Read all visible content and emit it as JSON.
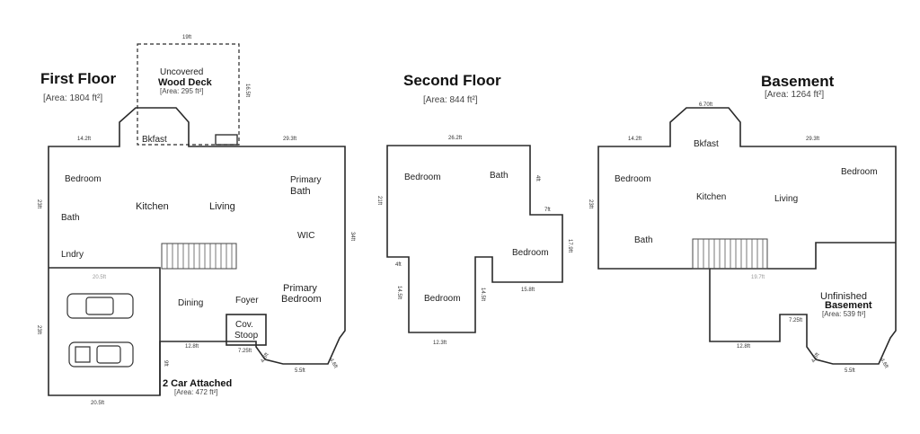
{
  "first_floor": {
    "title": "First Floor",
    "area": "[Area: 1804 ft²]",
    "rooms": {
      "bedroom": "Bedroom",
      "bath": "Bath",
      "laundry": "Lndry",
      "kitchen": "Kitchen",
      "living": "Living",
      "bkfast": "Bkfast",
      "primary_bath_1": "Primary",
      "primary_bath_2": "Bath",
      "wic": "WIC",
      "primary_bedroom_1": "Primary",
      "primary_bedroom_2": "Bedroom",
      "dining": "Dining",
      "foyer": "Foyer",
      "stoop_1": "Cov.",
      "stoop_2": "Stoop"
    },
    "deck": {
      "line1": "Uncovered",
      "line2": "Wood Deck",
      "area": "[Area: 295 ft²]"
    },
    "garage": {
      "title": "2 Car Attached",
      "area": "[Area: 472 ft²]"
    },
    "dims": {
      "deck_top": "19ft",
      "deck_side": "16.5ft",
      "left_top": "14.2ft",
      "right_top": "29.3ft",
      "left_side": "23ft",
      "right_side": "34ft",
      "garage_inner_top": "20.5ft",
      "garage_bottom": "20.5ft",
      "garage_left": "23ft",
      "garage_right": "9ft",
      "front_bottom": "12.8ft",
      "stoop_w": "7.25ft",
      "bay_1": "4.6ft",
      "bay_2": "5.5ft",
      "bay_3": "4.6ft"
    }
  },
  "second_floor": {
    "title": "Second Floor",
    "area": "[Area: 844 ft²]",
    "rooms": {
      "bedroom_tl": "Bedroom",
      "bath": "Bath",
      "bedroom_r": "Bedroom",
      "bedroom_b": "Bedroom"
    },
    "dims": {
      "top": "26.2ft",
      "left": "21ft",
      "right_small": "7ft",
      "right": "17.9ft",
      "bottom_right": "15.8ft",
      "bottom": "12.3ft",
      "lower_left": "14.5ft",
      "inner": "14.5ft",
      "notch": "4ft"
    }
  },
  "basement": {
    "title": "Basement",
    "area": "[Area: 1264 ft²]",
    "rooms": {
      "bedroom_l": "Bedroom",
      "bath": "Bath",
      "kitchen": "Kitchen",
      "living": "Living",
      "bkfast": "Bkfast",
      "bedroom_r": "Bedroom"
    },
    "unfinished": {
      "line1": "Unfinished",
      "line2": "Basement",
      "area": "[Area: 539 ft²]"
    },
    "dims": {
      "left_top": "14.2ft",
      "bay_top": "6.70ft",
      "right_top": "29.3ft",
      "left_side": "23ft",
      "stair_width": "19.7ft",
      "bottom": "12.8ft",
      "bay_1": "4.6ft",
      "bay_2": "5.5ft",
      "bay_3": "4.6ft",
      "notch": "7.25ft"
    }
  }
}
